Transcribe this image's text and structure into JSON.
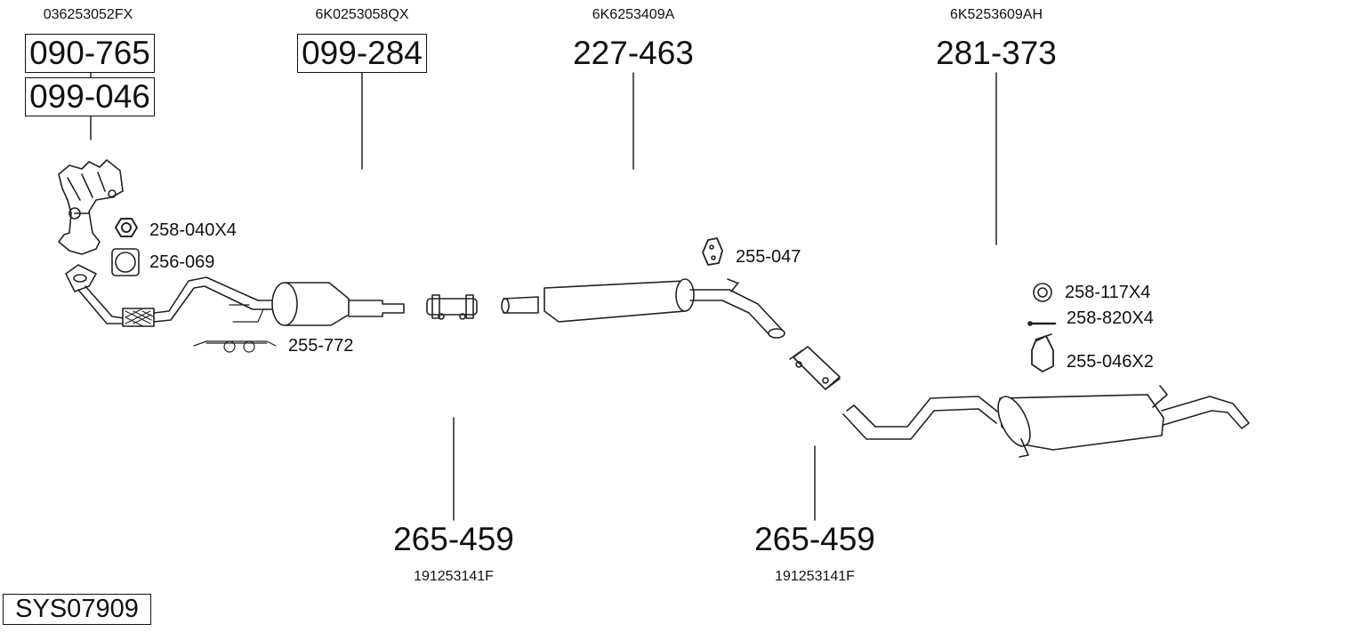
{
  "oem_numbers": {
    "manifold": "036253052FX",
    "front_pipe": "6K0253058QX",
    "middle": "6K6253409A",
    "rear": "6K5253609AH",
    "clamp_1": "191253141F",
    "clamp_2": "191253141F"
  },
  "part_numbers": {
    "manifold_a": "090-765",
    "manifold_b": "099-046",
    "front_pipe": "099-284",
    "middle": "227-463",
    "rear": "281-373",
    "clamp_1": "265-459",
    "clamp_2": "265-459"
  },
  "accessories": {
    "nut": "258-040X4",
    "gasket": "256-069",
    "hanger_front": "255-772",
    "rubber_mount": "255-047",
    "ring": "258-117X4",
    "bolt": "258-820X4",
    "rubber_mount_rear": "255-046X2"
  },
  "system_id": "SYS07909"
}
